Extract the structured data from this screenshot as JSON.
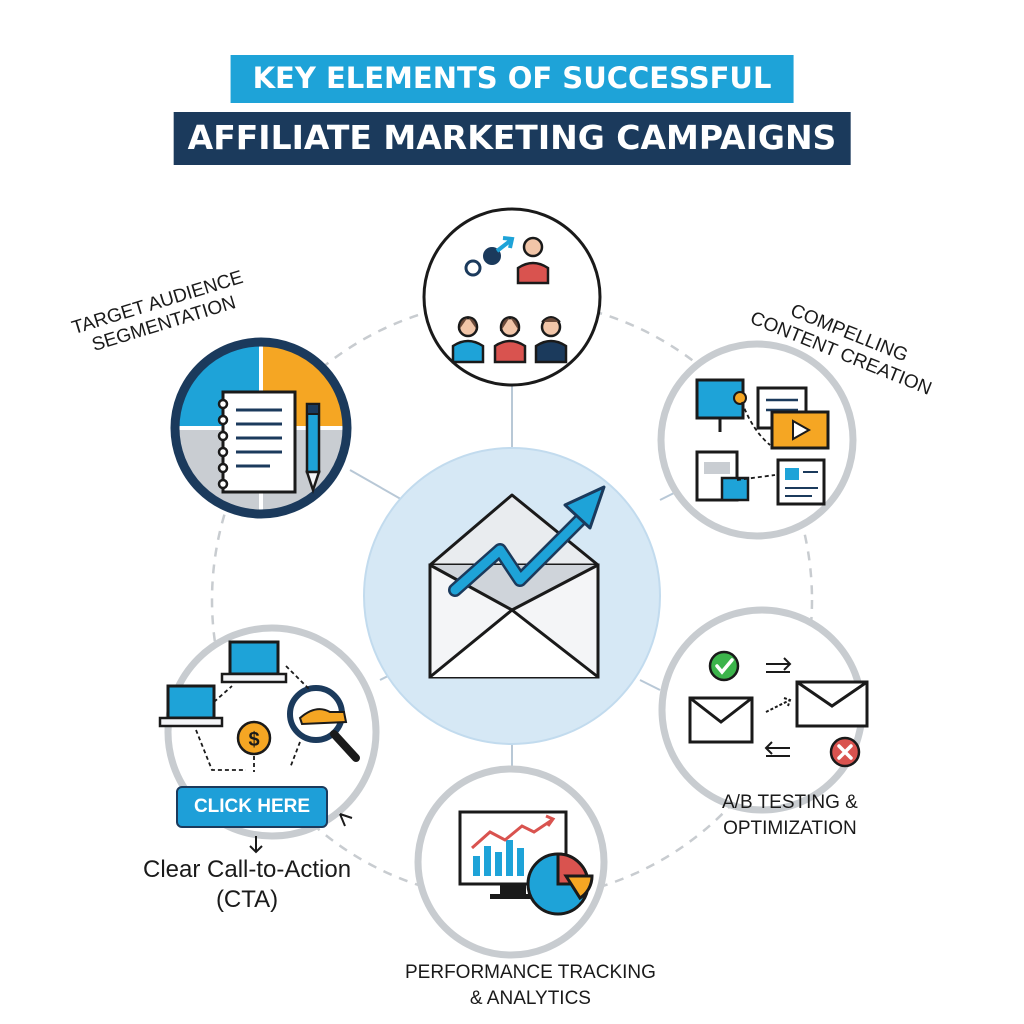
{
  "title": {
    "line1": "KEY ELEMENTS OF SUCCESSFUL",
    "line2": "AFFILIATE MARKETING CAMPAIGNS"
  },
  "nodes": {
    "segmentation": {
      "label": "TARGET AUDIENCE SEGMENTATION",
      "line1": "TARGET AUDIENCE",
      "line2": "SEGMENTATION"
    },
    "content": {
      "label": "COMPELLING CONTENT CREATION",
      "line1": "COMPELLING",
      "line2": "CONTENT CREATION"
    },
    "abtesting": {
      "label": "A/B TESTING & OPTIMIZATION",
      "line1": "A/B TESTING &",
      "line2": "OPTIMIZATION"
    },
    "tracking": {
      "label": "PERFORMANCE TRACKING & ANALYTICS",
      "line1": "PERFORMANCE TRACKING",
      "line2": "& ANALYTICS"
    },
    "cta": {
      "label": "Clear Call-to-Action (CTA)",
      "line1": "Clear Call-to-Action",
      "line2": "(CTA)",
      "button": "CLICK HERE"
    }
  },
  "colors": {
    "navy": "#1b3a5c",
    "blue": "#1ea3d8",
    "orange": "#f5a623",
    "red": "#d9534f",
    "green": "#3cb44b",
    "grey": "#c8ccd0",
    "center_fill": "#d6e8f5"
  }
}
